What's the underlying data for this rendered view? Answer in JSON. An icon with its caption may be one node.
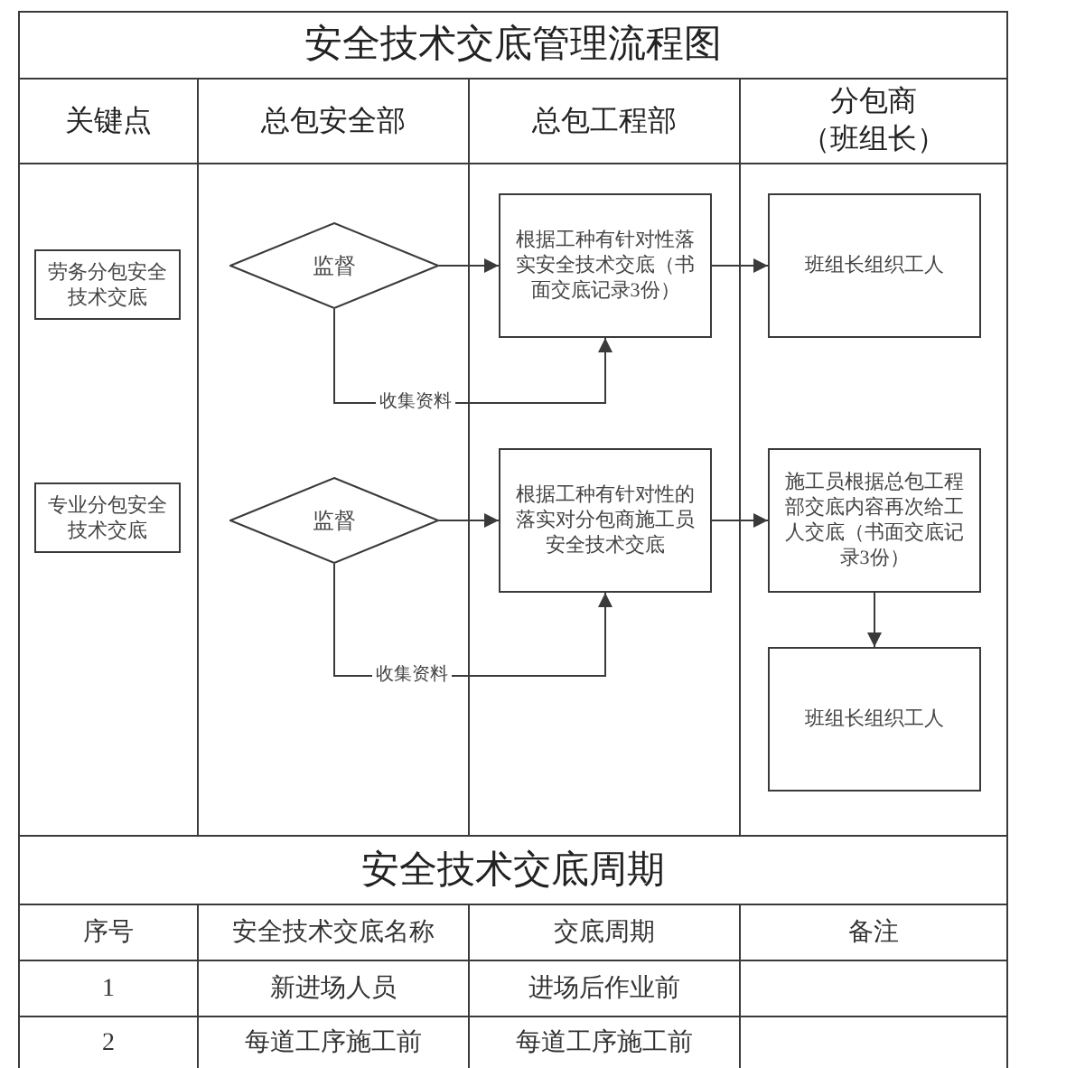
{
  "diagram": {
    "title": "安全技术交底管理流程图",
    "nodes": [
      {
        "text": [
          "关键点"
        ]
      },
      {
        "text": [
          "总包安全部"
        ]
      },
      {
        "text": [
          "总包工程部"
        ]
      },
      {
        "text": [
          "分包商",
          "（班组长）"
        ]
      },
      {
        "text": [
          "劳务分包安全技术交底"
        ],
        "in": 0
      },
      {
        "text": [
          "监督"
        ],
        "in": 1
      },
      {
        "text": [
          "根据工种有针对性落实安全技术交底（书面交底记录3份）"
        ],
        "in": 2
      },
      {
        "text": [
          "班组长组织工人"
        ],
        "in": 3
      },
      {
        "text": [
          "专业分包安全技术交底"
        ],
        "in": 0
      },
      {
        "text": [
          "监督"
        ],
        "in": 1
      },
      {
        "text": [
          "根据工种有针对性的落实对分包商施工员安全技术交底"
        ],
        "in": 2
      },
      {
        "text": [
          "施工员根据总包工程部交底内容再次给工人交底（书面交底记录3份）"
        ],
        "in": 3
      },
      {
        "text": [
          "班组长组织工人"
        ],
        "in": 3
      }
    ],
    "edges": [
      {
        "from": 5,
        "to": 6,
        "arrow": "to"
      },
      {
        "from": 6,
        "to": 7,
        "arrow": "to"
      },
      {
        "from": 5,
        "to": 6,
        "arrow": "to",
        "label": "收集资料"
      },
      {
        "from": 9,
        "to": 10,
        "arrow": "to"
      },
      {
        "from": 10,
        "to": 11,
        "arrow": "to"
      },
      {
        "from": 9,
        "to": 10,
        "arrow": "to",
        "label": "收集资料"
      },
      {
        "from": 11,
        "to": 12,
        "arrow": "to"
      }
    ],
    "labels": [
      "安全技术交底周期",
      "序号",
      "安全技术交底名称",
      "交底周期",
      "备注",
      "1",
      "新进场人员",
      "进场后作业前",
      "2",
      "每道工序施工前",
      "每道工序施工前"
    ]
  }
}
